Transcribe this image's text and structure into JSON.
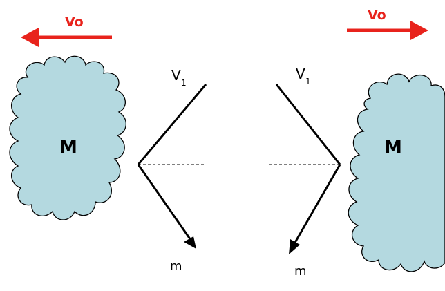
{
  "colors": {
    "cloud_fill": "#b4d9e0",
    "cloud_stroke": "#000000",
    "arrow_red": "#e8231c",
    "line": "#000000",
    "background": "#ffffff"
  },
  "left_panel": {
    "velocity_label": "Vo",
    "cloud_label": "M",
    "incoming_label": "V",
    "incoming_subscript": "1",
    "outgoing_label": "m"
  },
  "right_panel": {
    "velocity_label": "Vo",
    "cloud_label": "M",
    "incoming_label": "V",
    "incoming_subscript": "1",
    "outgoing_label": "m"
  }
}
